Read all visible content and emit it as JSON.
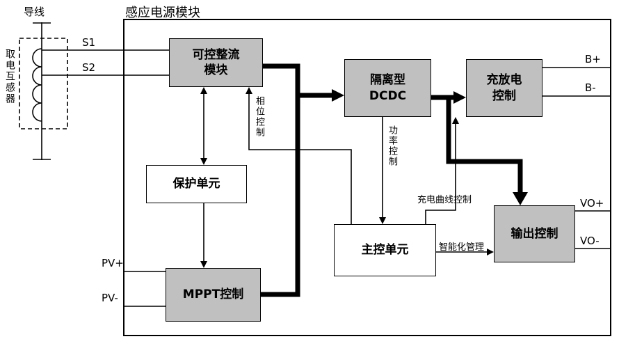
{
  "title": "感应电源模块",
  "transformer": {
    "wire_label": "导线",
    "name": "取电互感器"
  },
  "blocks": {
    "rectifier": {
      "line1": "可控整流",
      "line2": "模块"
    },
    "protection": {
      "label": "保护单元"
    },
    "mppt": {
      "label": "MPPT控制"
    },
    "dcdc": {
      "line1": "隔离型",
      "line2": "DCDC"
    },
    "charge": {
      "line1": "充放电",
      "line2": "控制"
    },
    "main_control": {
      "label": "主控单元"
    },
    "output": {
      "label": "输出控制"
    }
  },
  "pins": {
    "s1": "S1",
    "s2": "S2",
    "pv_plus": "PV+",
    "pv_minus": "PV-",
    "b_plus": "B+",
    "b_minus": "B-",
    "vo_plus": "VO+",
    "vo_minus": "VO-"
  },
  "signals": {
    "phase": "相位控制",
    "power": "功率控制",
    "charge_curve": "充电曲线控制",
    "smart": "智能化管理"
  },
  "colors": {
    "block_fill": "#c0c0c0",
    "line": "#000000",
    "background": "#ffffff"
  }
}
